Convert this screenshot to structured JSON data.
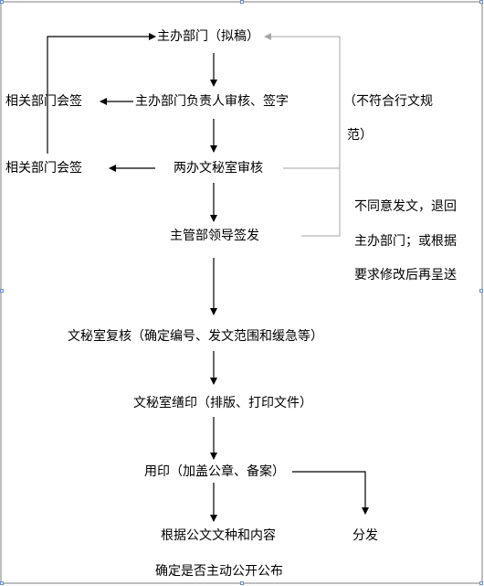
{
  "flow": {
    "drafting": "主办部门（拟稿）",
    "head_review": "主办部门负责人审核、签字",
    "office_review": "两办文秘室审核",
    "leader_sign": "主管部领导签发",
    "recheck": "文秘室复核（确定编号、发文范围和缓急等）",
    "print": "文秘室缮印（排版、打印文件）",
    "seal": "用印（加盖公章、备案）",
    "disclosure_1": "根据公文文种和内容",
    "disclosure_2": "确定是否主动公开公布",
    "distribute": "分发"
  },
  "side": {
    "countersign_1": "相关部门会签",
    "countersign_2": "相关部门会签"
  },
  "notes": {
    "noncompliant_1": "（不符合行文规",
    "noncompliant_2": "范）",
    "reject_1": "不同意发文，退回",
    "reject_2": "主办部门；或根据",
    "reject_3": "要求修改后再呈送"
  },
  "colors": {
    "arrow": "#000000",
    "return_line": "#a6a6a6",
    "frame": "#7f7f7f",
    "handle": "#6b8cc7"
  }
}
